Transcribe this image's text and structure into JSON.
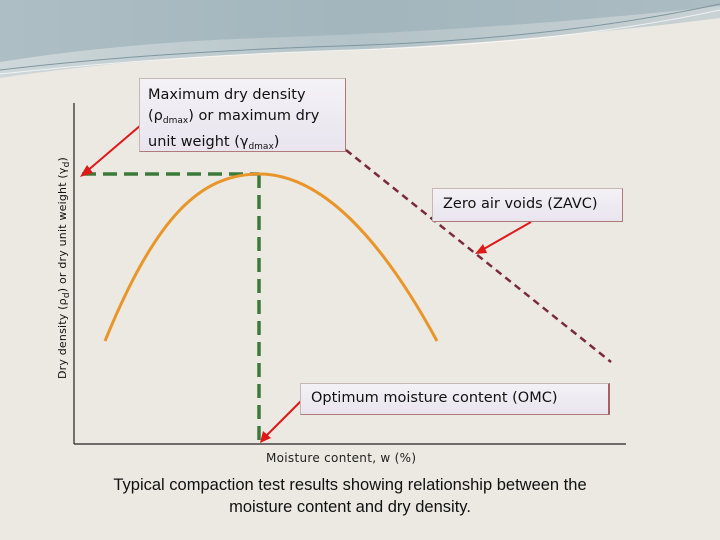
{
  "slide": {
    "yaxis_label_pre": "Dry density (ρ",
    "yaxis_label_sub1": "d",
    "yaxis_label_mid": ") or dry unit weight (γ",
    "yaxis_label_sub2": "d",
    "yaxis_label_post": ")",
    "xaxis_label": "Moisture content, w (%)",
    "caption_line1": "Typical compaction test results showing relationship between the",
    "caption_line2": "moisture content and dry density."
  },
  "callouts": {
    "max": {
      "line1": "Maximum dry density",
      "line2_a": "(ρ",
      "line2_sub": "dmax",
      "line2_b": ") or maximum dry",
      "line3_a": "unit weight (γ",
      "line3_sub": "dmax",
      "line3_b": ")"
    },
    "zavc": "Zero air voids (ZAVC)",
    "omc": "Optimum moisture content (OMC)"
  },
  "colors": {
    "curve": "#e8962a",
    "guide_lines": "#3c7a3a",
    "zavc_line": "#7a2a3a",
    "arrows": "#e01818",
    "axes": "#222222"
  }
}
